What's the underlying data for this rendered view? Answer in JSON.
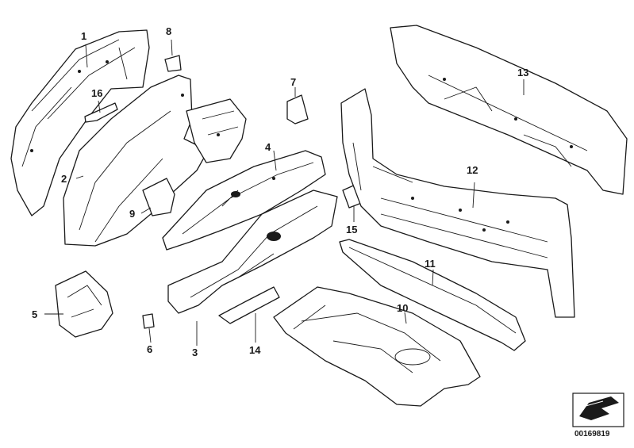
{
  "callouts": [
    "1",
    "2",
    "3",
    "4",
    "5",
    "6",
    "7",
    "8",
    "9",
    "10",
    "11",
    "12",
    "13",
    "14",
    "15",
    "16"
  ],
  "diagram_code": "00169819",
  "icon": "arrow-badge-icon"
}
